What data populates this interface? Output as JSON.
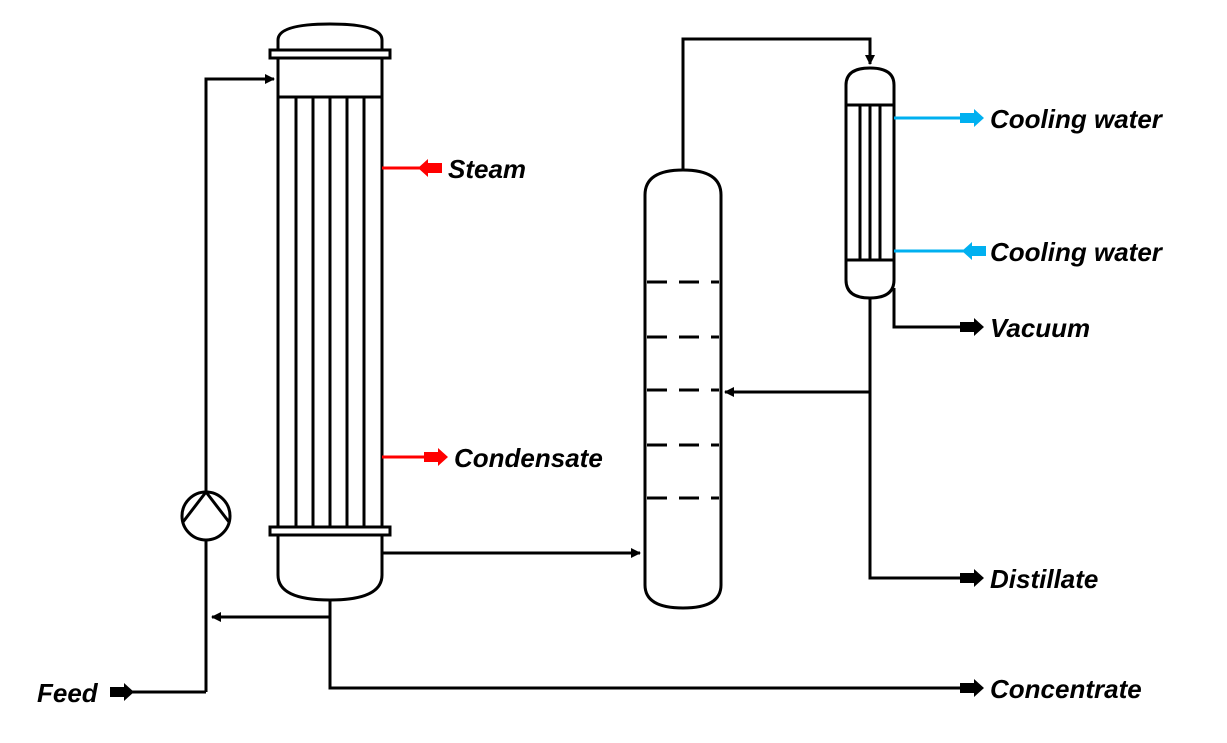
{
  "labels": {
    "steam": "Steam",
    "condensate": "Condensate",
    "cooling_water_out": "Cooling water",
    "cooling_water_in": "Cooling water",
    "vacuum": "Vacuum",
    "distillate": "Distillate",
    "feed": "Feed",
    "concentrate": "Concentrate"
  },
  "colors": {
    "line": "#000000",
    "steam_stream": "#ff0000",
    "cooling_water_stream": "#00b0f0",
    "background": "#ffffff"
  },
  "icons": {
    "pump": "centrifugal-pump-icon",
    "arrow": "block-arrow-icon"
  }
}
